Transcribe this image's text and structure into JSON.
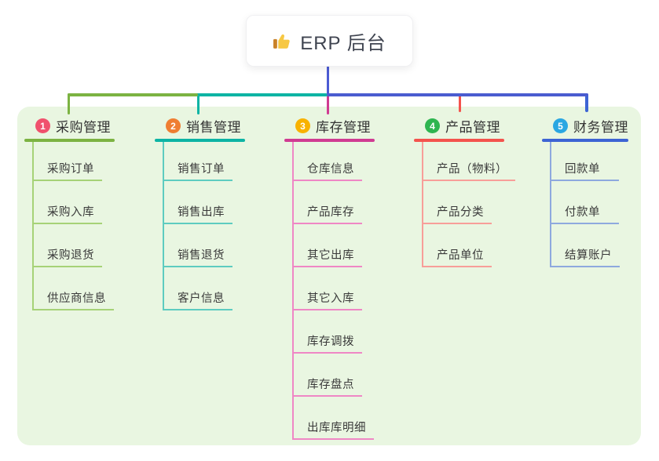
{
  "page": {
    "background": "#ffffff",
    "panel_background": "#e9f6e1"
  },
  "root": {
    "icon": "thumbs-up-icon",
    "title": "ERP 后台",
    "stem_color": "#4c5bd4"
  },
  "trunk": {
    "right_color": "#4a5cd0"
  },
  "branches": [
    {
      "num": "1",
      "label": "采购管理",
      "badge_color": "#f0516d",
      "line_color": "#7cb342",
      "light_color": "#a6d277",
      "children": [
        "采购订单",
        "采购入库",
        "采购退货",
        "供应商信息"
      ]
    },
    {
      "num": "2",
      "label": "销售管理",
      "badge_color": "#ef7e32",
      "line_color": "#0db4a4",
      "light_color": "#5eccc0",
      "children": [
        "销售订单",
        "销售出库",
        "销售退货",
        "客户信息"
      ]
    },
    {
      "num": "3",
      "label": "库存管理",
      "badge_color": "#f8b200",
      "line_color": "#d03b92",
      "light_color": "#ef87c5",
      "children": [
        "仓库信息",
        "产品库存",
        "其它出库",
        "其它入库",
        "库存调拨",
        "库存盘点",
        "出库库明细"
      ]
    },
    {
      "num": "4",
      "label": "产品管理",
      "badge_color": "#2eb550",
      "line_color": "#f4534d",
      "light_color": "#f89e99",
      "children": [
        "产品（物料）",
        "产品分类",
        "产品单位"
      ]
    },
    {
      "num": "5",
      "label": "财务管理",
      "badge_color": "#2aa7e2",
      "line_color": "#3d64d4",
      "light_color": "#8ea9de",
      "children": [
        "回款单",
        "付款单",
        "结算账户"
      ]
    }
  ]
}
